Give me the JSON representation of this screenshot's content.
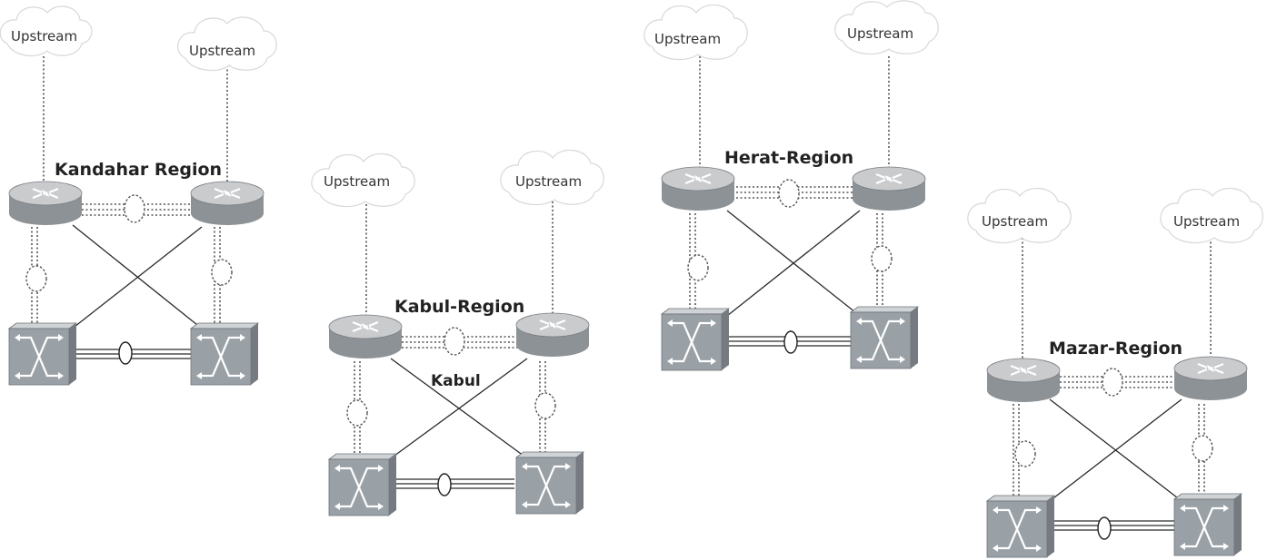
{
  "colors": {
    "router_top": "#c9cbcd",
    "router_side": "#8d9296",
    "switch_front": "#9aa1a6",
    "switch_top": "#cfd3d6",
    "switch_side": "#757b80",
    "cloud_fill": "#ffffff",
    "cloud_stroke": "#d8d8d8"
  },
  "regions": [
    {
      "id": "kandahar",
      "title": "Kandahar Region",
      "sublabel": "",
      "upstream_left": "Upstream",
      "upstream_right": "Upstream"
    },
    {
      "id": "kabul",
      "title": "Kabul-Region",
      "sublabel": "Kabul",
      "upstream_left": "Upstream",
      "upstream_right": "Upstream"
    },
    {
      "id": "herat",
      "title": "Herat-Region",
      "sublabel": "",
      "upstream_left": "Upstream",
      "upstream_right": "Upstream"
    },
    {
      "id": "mazar",
      "title": "Mazar-Region",
      "sublabel": "",
      "upstream_left": "Upstream",
      "upstream_right": "Upstream"
    }
  ],
  "icons": {
    "router": "router-icon",
    "switch": "switch-icon",
    "cloud": "cloud-icon"
  }
}
